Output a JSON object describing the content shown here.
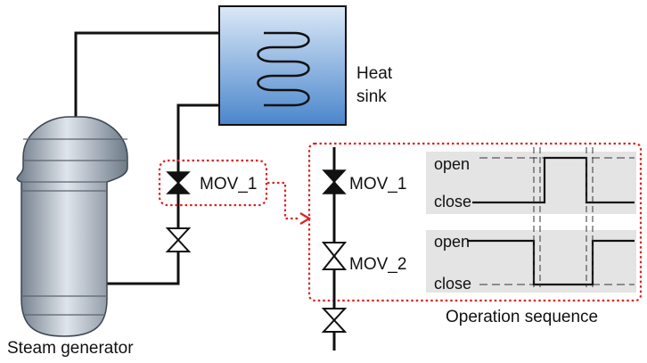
{
  "heat_sink": {
    "label_line1": "Heat",
    "label_line2": "sink"
  },
  "steam_generator": {
    "label": "Steam generator"
  },
  "valves": {
    "mov1_label": "MOV_1",
    "mov2_label": "MOV_2"
  },
  "sequence": {
    "title": "Operation sequence",
    "mov1": {
      "open_label": "open",
      "close_label": "close"
    },
    "mov2": {
      "open_label": "open",
      "close_label": "close"
    }
  },
  "colors": {
    "heat_sink_fill_top": "#d6e6f6",
    "heat_sink_fill_bottom": "#4f8ed0",
    "highlight_red": "#e02020",
    "panel_gray": "#e4e4e4",
    "pipe": "#111111"
  }
}
